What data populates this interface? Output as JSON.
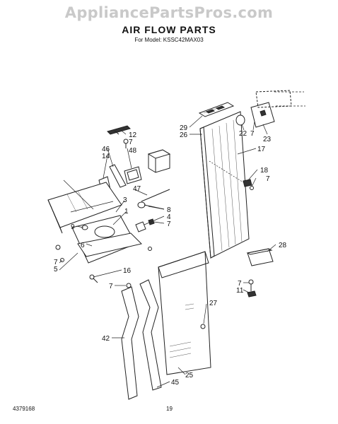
{
  "header": {
    "watermark": "AppliancePartsPros.com",
    "title": "AIR FLOW PARTS",
    "subtitle": "For Model: KSSC42MAX03"
  },
  "footer": {
    "doc_number": "4379168",
    "page_number": "19"
  },
  "callouts": {
    "c29": "29",
    "c26": "26",
    "c22": "22",
    "c7a": "7",
    "c23": "23",
    "c17": "17",
    "c12": "12",
    "c7b": "7",
    "c46": "46",
    "c14": "14",
    "c48": "48",
    "c18": "18",
    "c7c": "7",
    "c47": "47",
    "c3": "3",
    "c8": "8",
    "c1": "1",
    "c4": "4",
    "c7d": "7",
    "c9": "9",
    "c6": "6",
    "c28": "28",
    "c7e": "7",
    "c5": "5",
    "c16": "16",
    "c7f": "7",
    "c7g": "7",
    "c11": "11",
    "c27": "27",
    "c42": "42",
    "c25": "25",
    "c45": "45"
  }
}
